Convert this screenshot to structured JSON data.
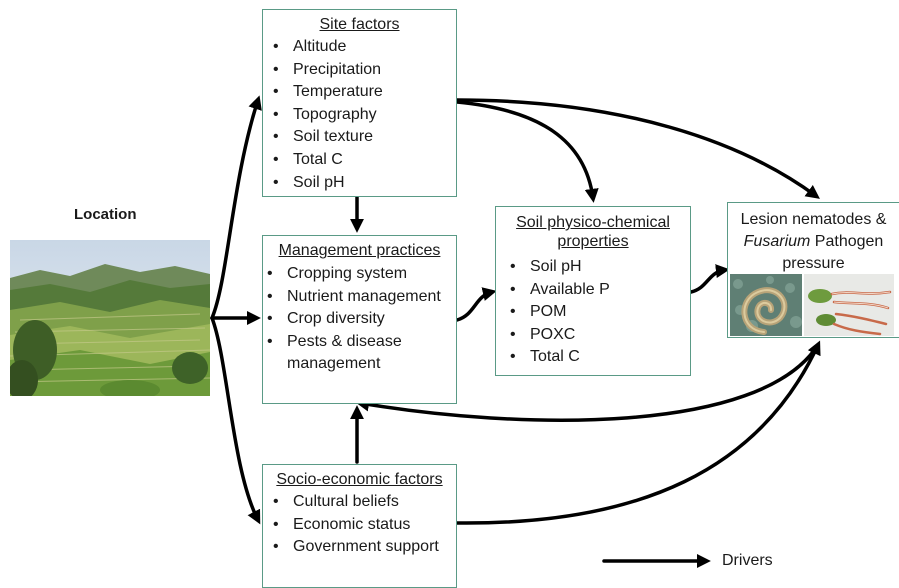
{
  "location": {
    "label": "Location",
    "image": "hillside-farmland-photo"
  },
  "site_factors": {
    "title": "Site factors",
    "items": [
      "Altitude",
      "Precipitation",
      "Temperature",
      "Topography",
      "Soil texture",
      "Total C",
      "Soil pH"
    ]
  },
  "management": {
    "title": "Management practices",
    "items": [
      "Cropping system",
      "Nutrient management",
      "Crop diversity",
      "Pests & disease management"
    ]
  },
  "socio": {
    "title": "Socio-economic factors",
    "items": [
      "Cultural beliefs",
      "Economic status",
      "Government support"
    ]
  },
  "soil": {
    "title": "Soil physico-chemical properties",
    "items": [
      "Soil pH",
      "Available P",
      "POM",
      "POXC",
      "Total C"
    ]
  },
  "outcome": {
    "line1": "Lesion nematodes &",
    "line2_italic": "Fusarium",
    "line2_rest": " Pathogen",
    "line3": "pressure",
    "image": "nematode-and-root-lesion-photos"
  },
  "legend": {
    "label": "Drivers"
  },
  "colors": {
    "box_border": "#5a9a86",
    "arrow": "#000000"
  }
}
